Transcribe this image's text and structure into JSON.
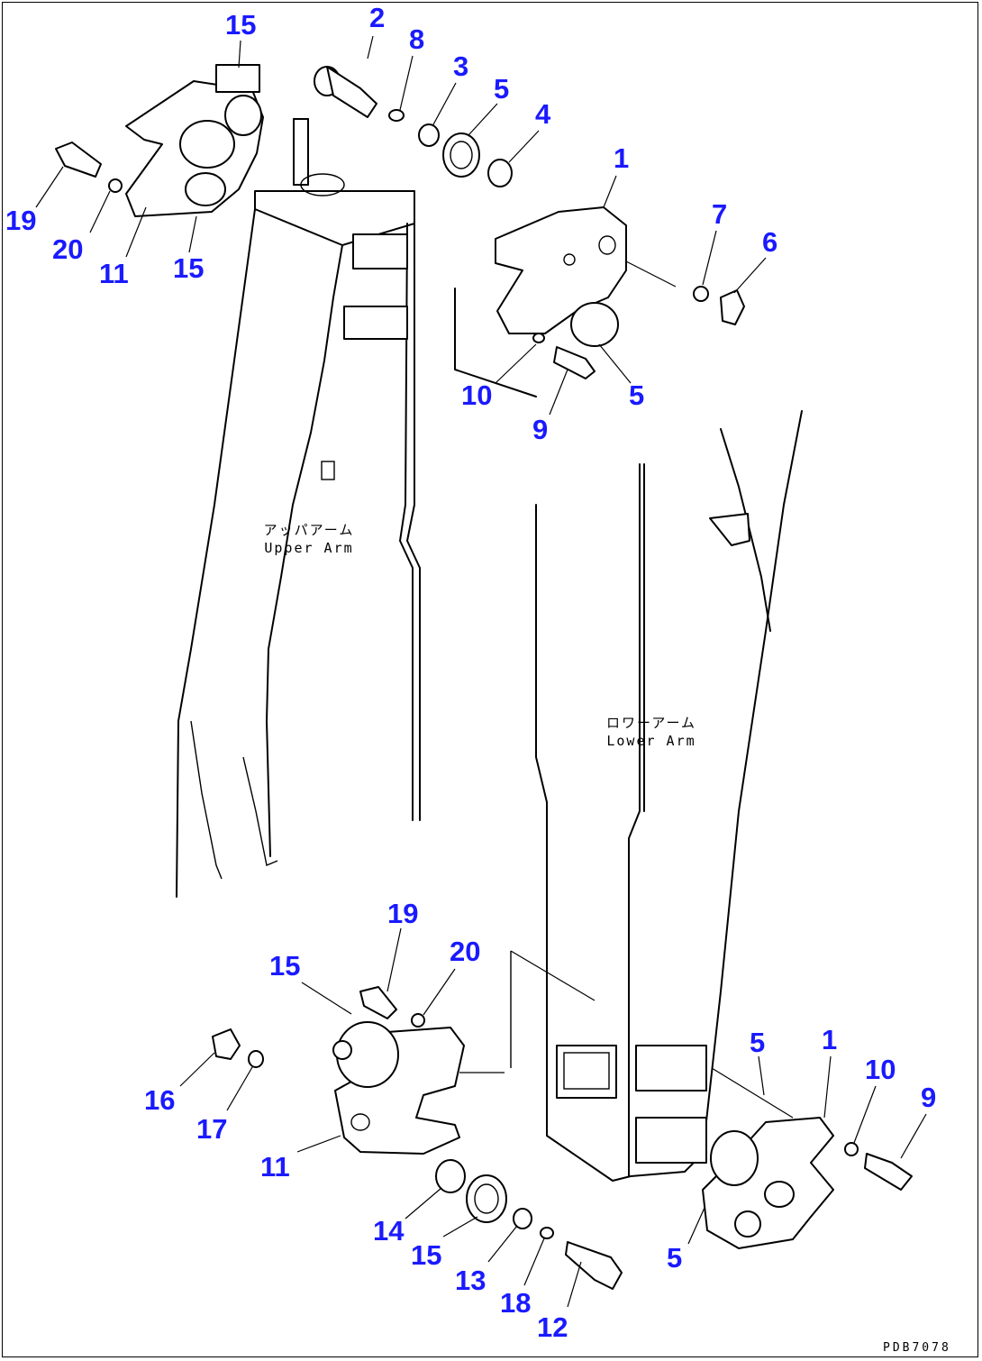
{
  "callouts": [
    {
      "n": "15"
    },
    {
      "n": "2"
    },
    {
      "n": "8"
    },
    {
      "n": "3"
    },
    {
      "n": "5"
    },
    {
      "n": "4"
    },
    {
      "n": "1"
    },
    {
      "n": "19"
    },
    {
      "n": "20"
    },
    {
      "n": "11"
    },
    {
      "n": "15"
    },
    {
      "n": "7"
    },
    {
      "n": "6"
    },
    {
      "n": "10"
    },
    {
      "n": "9"
    },
    {
      "n": "5"
    },
    {
      "n": "19"
    },
    {
      "n": "15"
    },
    {
      "n": "20"
    },
    {
      "n": "16"
    },
    {
      "n": "17"
    },
    {
      "n": "11"
    },
    {
      "n": "14"
    },
    {
      "n": "15"
    },
    {
      "n": "13"
    },
    {
      "n": "18"
    },
    {
      "n": "12"
    },
    {
      "n": "5"
    },
    {
      "n": "1"
    },
    {
      "n": "10"
    },
    {
      "n": "9"
    },
    {
      "n": "5"
    }
  ],
  "labels": {
    "upper_arm_jp": "アッパアーム",
    "upper_arm_en": "Upper Arm",
    "lower_arm_jp": "ロワーアーム",
    "lower_arm_en": "Lower Arm"
  },
  "drawing_code": "PDB7078"
}
